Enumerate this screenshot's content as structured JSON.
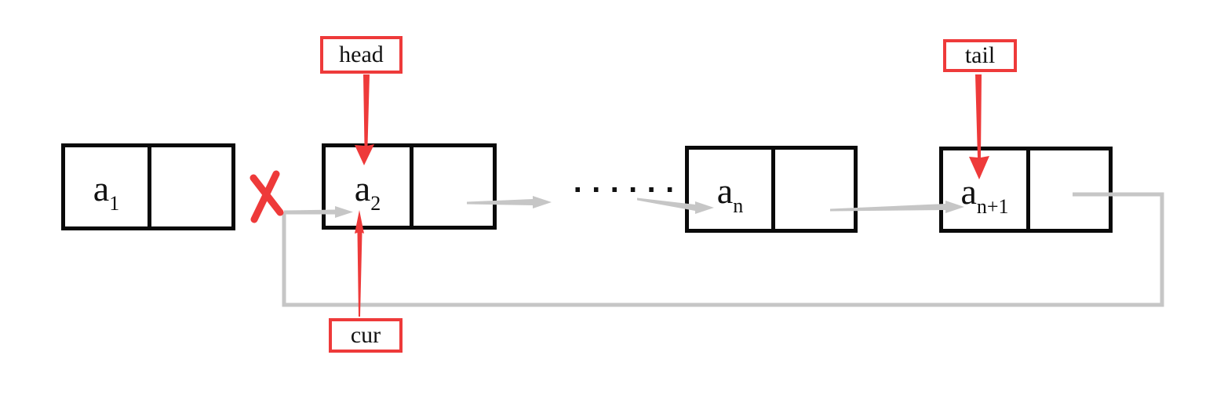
{
  "diagram": {
    "type": "linked-list",
    "nodes": [
      {
        "base": "a",
        "sub": "1"
      },
      {
        "base": "a",
        "sub": "2"
      },
      {
        "base": "a",
        "sub": "n"
      },
      {
        "base": "a",
        "sub": "n+1"
      }
    ],
    "pointer_labels": {
      "head": "head",
      "tail": "tail",
      "cur": "cur"
    },
    "ellipsis": "······",
    "annotations": {
      "broken_link_x": "X between node a1 and node a2",
      "circular_link": "gray line from a(n+1) next cell looping back into a2"
    },
    "colors": {
      "red": "#ee3a3a",
      "gray": "#c6c6c6",
      "node_border": "#0a0a0a",
      "background": "#ffffff"
    }
  }
}
